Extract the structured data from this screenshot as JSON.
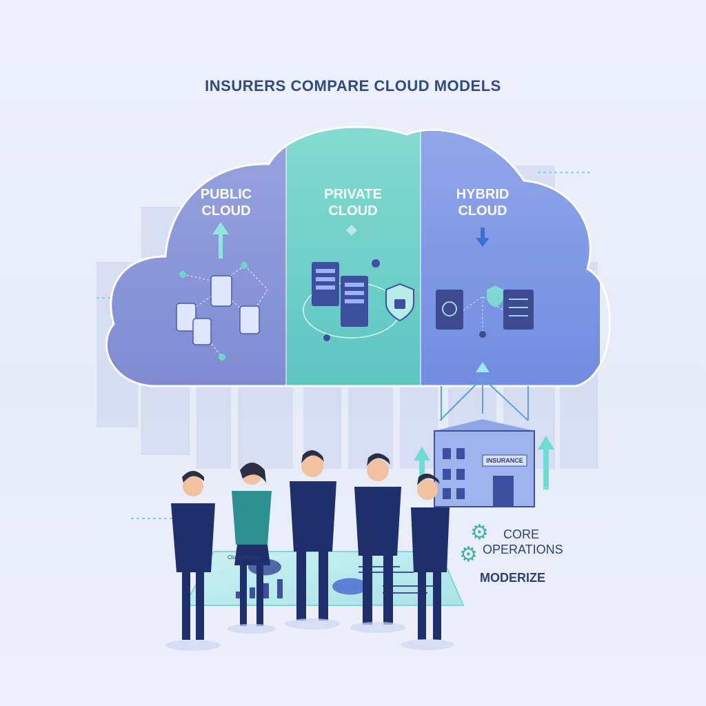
{
  "title": "INSURERS COMPARE CLOUD MODELS",
  "clouds": [
    {
      "line1": "PUBLIC",
      "line2": "CLOUD"
    },
    {
      "line1": "PRIVATE",
      "line2": "CLOUD"
    },
    {
      "line1": "HYBRID",
      "line2": "CLOUD"
    }
  ],
  "building_sign": "INSURANCE",
  "core": {
    "line1": "CORE",
    "line2": "OPERATIONS"
  },
  "moderize": "MODERIZE",
  "table_header": "Cloud Models",
  "colors": {
    "title": "#2f4a86",
    "public": "#8c97d8",
    "private": "#6fcfc8",
    "hybrid": "#7f97e2",
    "suit": "#1f2f6b",
    "teal_accent": "#3fb3b0"
  }
}
